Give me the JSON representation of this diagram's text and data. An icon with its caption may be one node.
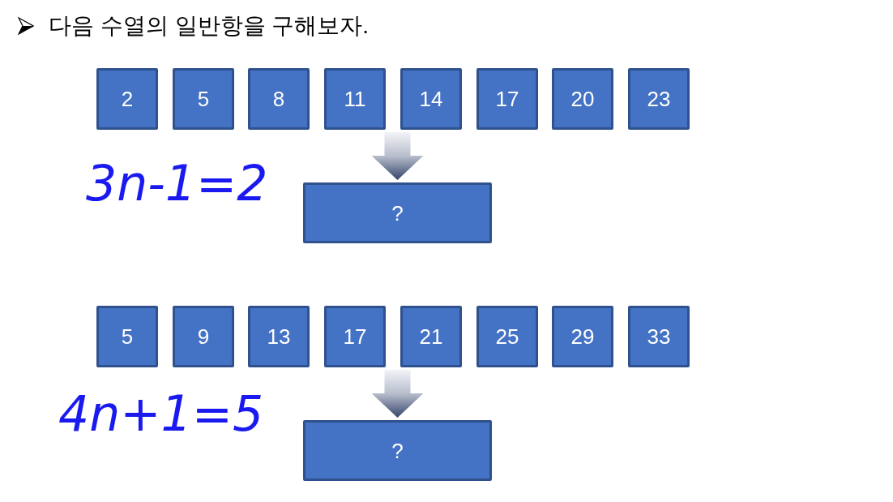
{
  "diagram": {
    "title": "다음 수열의 일반항을 구해보자.",
    "nodes": [
      {
        "text": [
          "2"
        ]
      },
      {
        "text": [
          "5"
        ]
      },
      {
        "text": [
          "8"
        ]
      },
      {
        "text": [
          "11"
        ]
      },
      {
        "text": [
          "14"
        ]
      },
      {
        "text": [
          "17"
        ]
      },
      {
        "text": [
          "20"
        ]
      },
      {
        "text": [
          "23"
        ]
      },
      {
        "text": [
          "?"
        ]
      },
      {
        "text": [
          "5"
        ]
      },
      {
        "text": [
          "9"
        ]
      },
      {
        "text": [
          "13"
        ]
      },
      {
        "text": [
          "17"
        ]
      },
      {
        "text": [
          "21"
        ]
      },
      {
        "text": [
          "25"
        ]
      },
      {
        "text": [
          "29"
        ]
      },
      {
        "text": [
          "33"
        ]
      },
      {
        "text": [
          "?"
        ]
      }
    ],
    "edges": [
      {
        "from": null,
        "to": 8,
        "arrow": "to"
      },
      {
        "from": null,
        "to": 17,
        "arrow": "to"
      }
    ],
    "labels": [
      "3n-1=2",
      "4n+1=5"
    ]
  }
}
